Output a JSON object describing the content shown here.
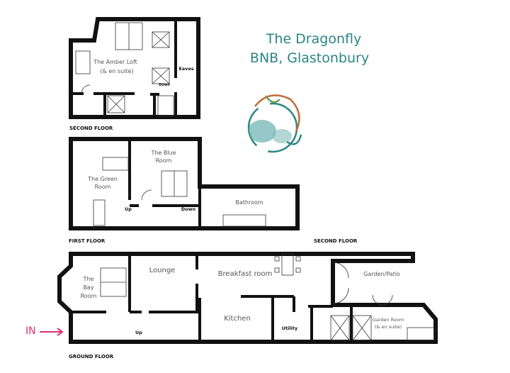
{
  "title": {
    "line1": "The Dragonfly",
    "line2": "BNB, Glastonbury"
  },
  "colors": {
    "title": "#2b8583",
    "walls": "#111111",
    "entrance_arrow": "#e0306a"
  },
  "floors": {
    "second": {
      "label": "SECOND FLOOR",
      "rooms": {
        "amber_loft": "The Amber Loft",
        "amber_loft_sub": "(& en suite)",
        "eaves": "Eaves",
        "down": "Down"
      }
    },
    "first": {
      "label": "FIRST FLOOR",
      "rooms": {
        "green_room_1": "The Green",
        "green_room_2": "Room",
        "blue_room_1": "The Blue",
        "blue_room_2": "Room",
        "bathroom": "Bathroom",
        "up": "Up",
        "down": "Down"
      }
    },
    "first_right_label": "SECOND FLOOR",
    "ground": {
      "label": "GROUND FLOOR",
      "rooms": {
        "bay_1": "The",
        "bay_2": "Bay",
        "bay_3": "Room",
        "lounge": "Lounge",
        "breakfast": "Breakfast room",
        "garden_patio": "Garden/Patio",
        "kitchen": "Kitchen",
        "utility": "Utility",
        "garden_room": "Garden Room",
        "garden_room_sub": "(& en suite)",
        "up": "Up"
      }
    }
  },
  "entrance": {
    "label": "IN",
    "icon": "arrow-right-icon"
  }
}
